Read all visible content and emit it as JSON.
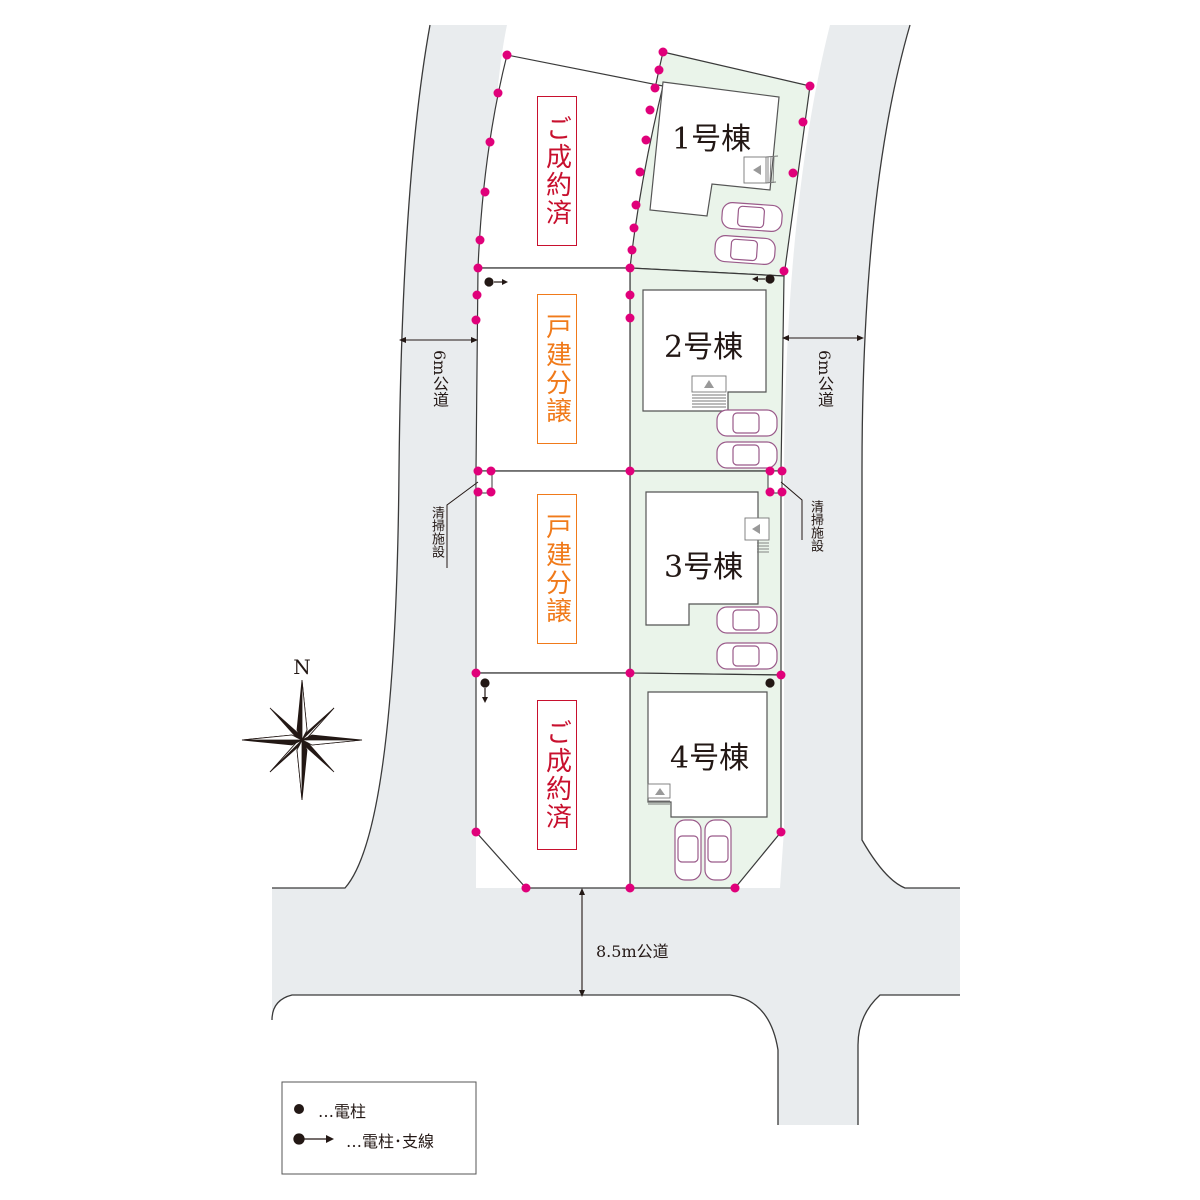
{
  "roads": {
    "west": "6m公道",
    "east": "6m公道",
    "south": "8.5m公道"
  },
  "lots": [
    {
      "id": "lot-1",
      "label": "1号棟",
      "status": ""
    },
    {
      "id": "lot-2",
      "label": "2号棟",
      "status": ""
    },
    {
      "id": "lot-3",
      "label": "3号棟",
      "status": ""
    },
    {
      "id": "lot-4",
      "label": "4号棟",
      "status": ""
    }
  ],
  "west_plots": [
    {
      "status": "ご成約済",
      "color": "#c8102e"
    },
    {
      "status": "戸建分譲",
      "color": "#f07a1a"
    },
    {
      "status": "戸建分譲",
      "color": "#f07a1a"
    },
    {
      "status": "ご成約済",
      "color": "#c8102e"
    }
  ],
  "cleaning_facility": "清掃施設",
  "compass": {
    "north": "N"
  },
  "legend": {
    "pole": "…電柱",
    "pole_stay": "…電柱･支線"
  },
  "colors": {
    "road": "#e9ecee",
    "lot_highlight": "#eaf4ea",
    "boundary_point": "#e0007a",
    "car_outline": "#9a5a8a"
  }
}
